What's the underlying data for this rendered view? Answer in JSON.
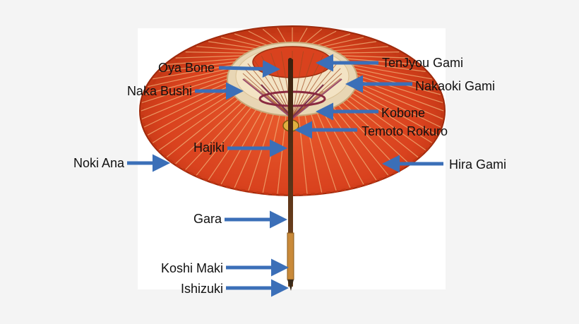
{
  "labels": {
    "oya_bone": "Oya Bone",
    "naka_bushi": "Naka Bushi",
    "tenjyou_gami": "TenJyou Gami",
    "nakaoki_gami": "Nakaoki Gami",
    "kobone": "Kobone",
    "temoto_rokuro": "Temoto Rokuro",
    "hajiki": "Hajiki",
    "noki_ana": "Noki Ana",
    "hira_gami": "Hira Gami",
    "gara": "Gara",
    "koshi_maki": "Koshi Maki",
    "ishizuki": "Ishizuki"
  },
  "colors": {
    "canopy": "#d9421e",
    "canopy_dark": "#b3300f",
    "rib": "#f2b37a",
    "ring": "#e8d6b4",
    "arrow": "#3b6fb8",
    "arrow_edge": "#2a4f87",
    "shaft": "#4a2a14",
    "grip": "#c98a3a"
  },
  "icons": {
    "umbrella": "wagasa-umbrella-illustration",
    "pointer": "right-arrow-icon"
  }
}
